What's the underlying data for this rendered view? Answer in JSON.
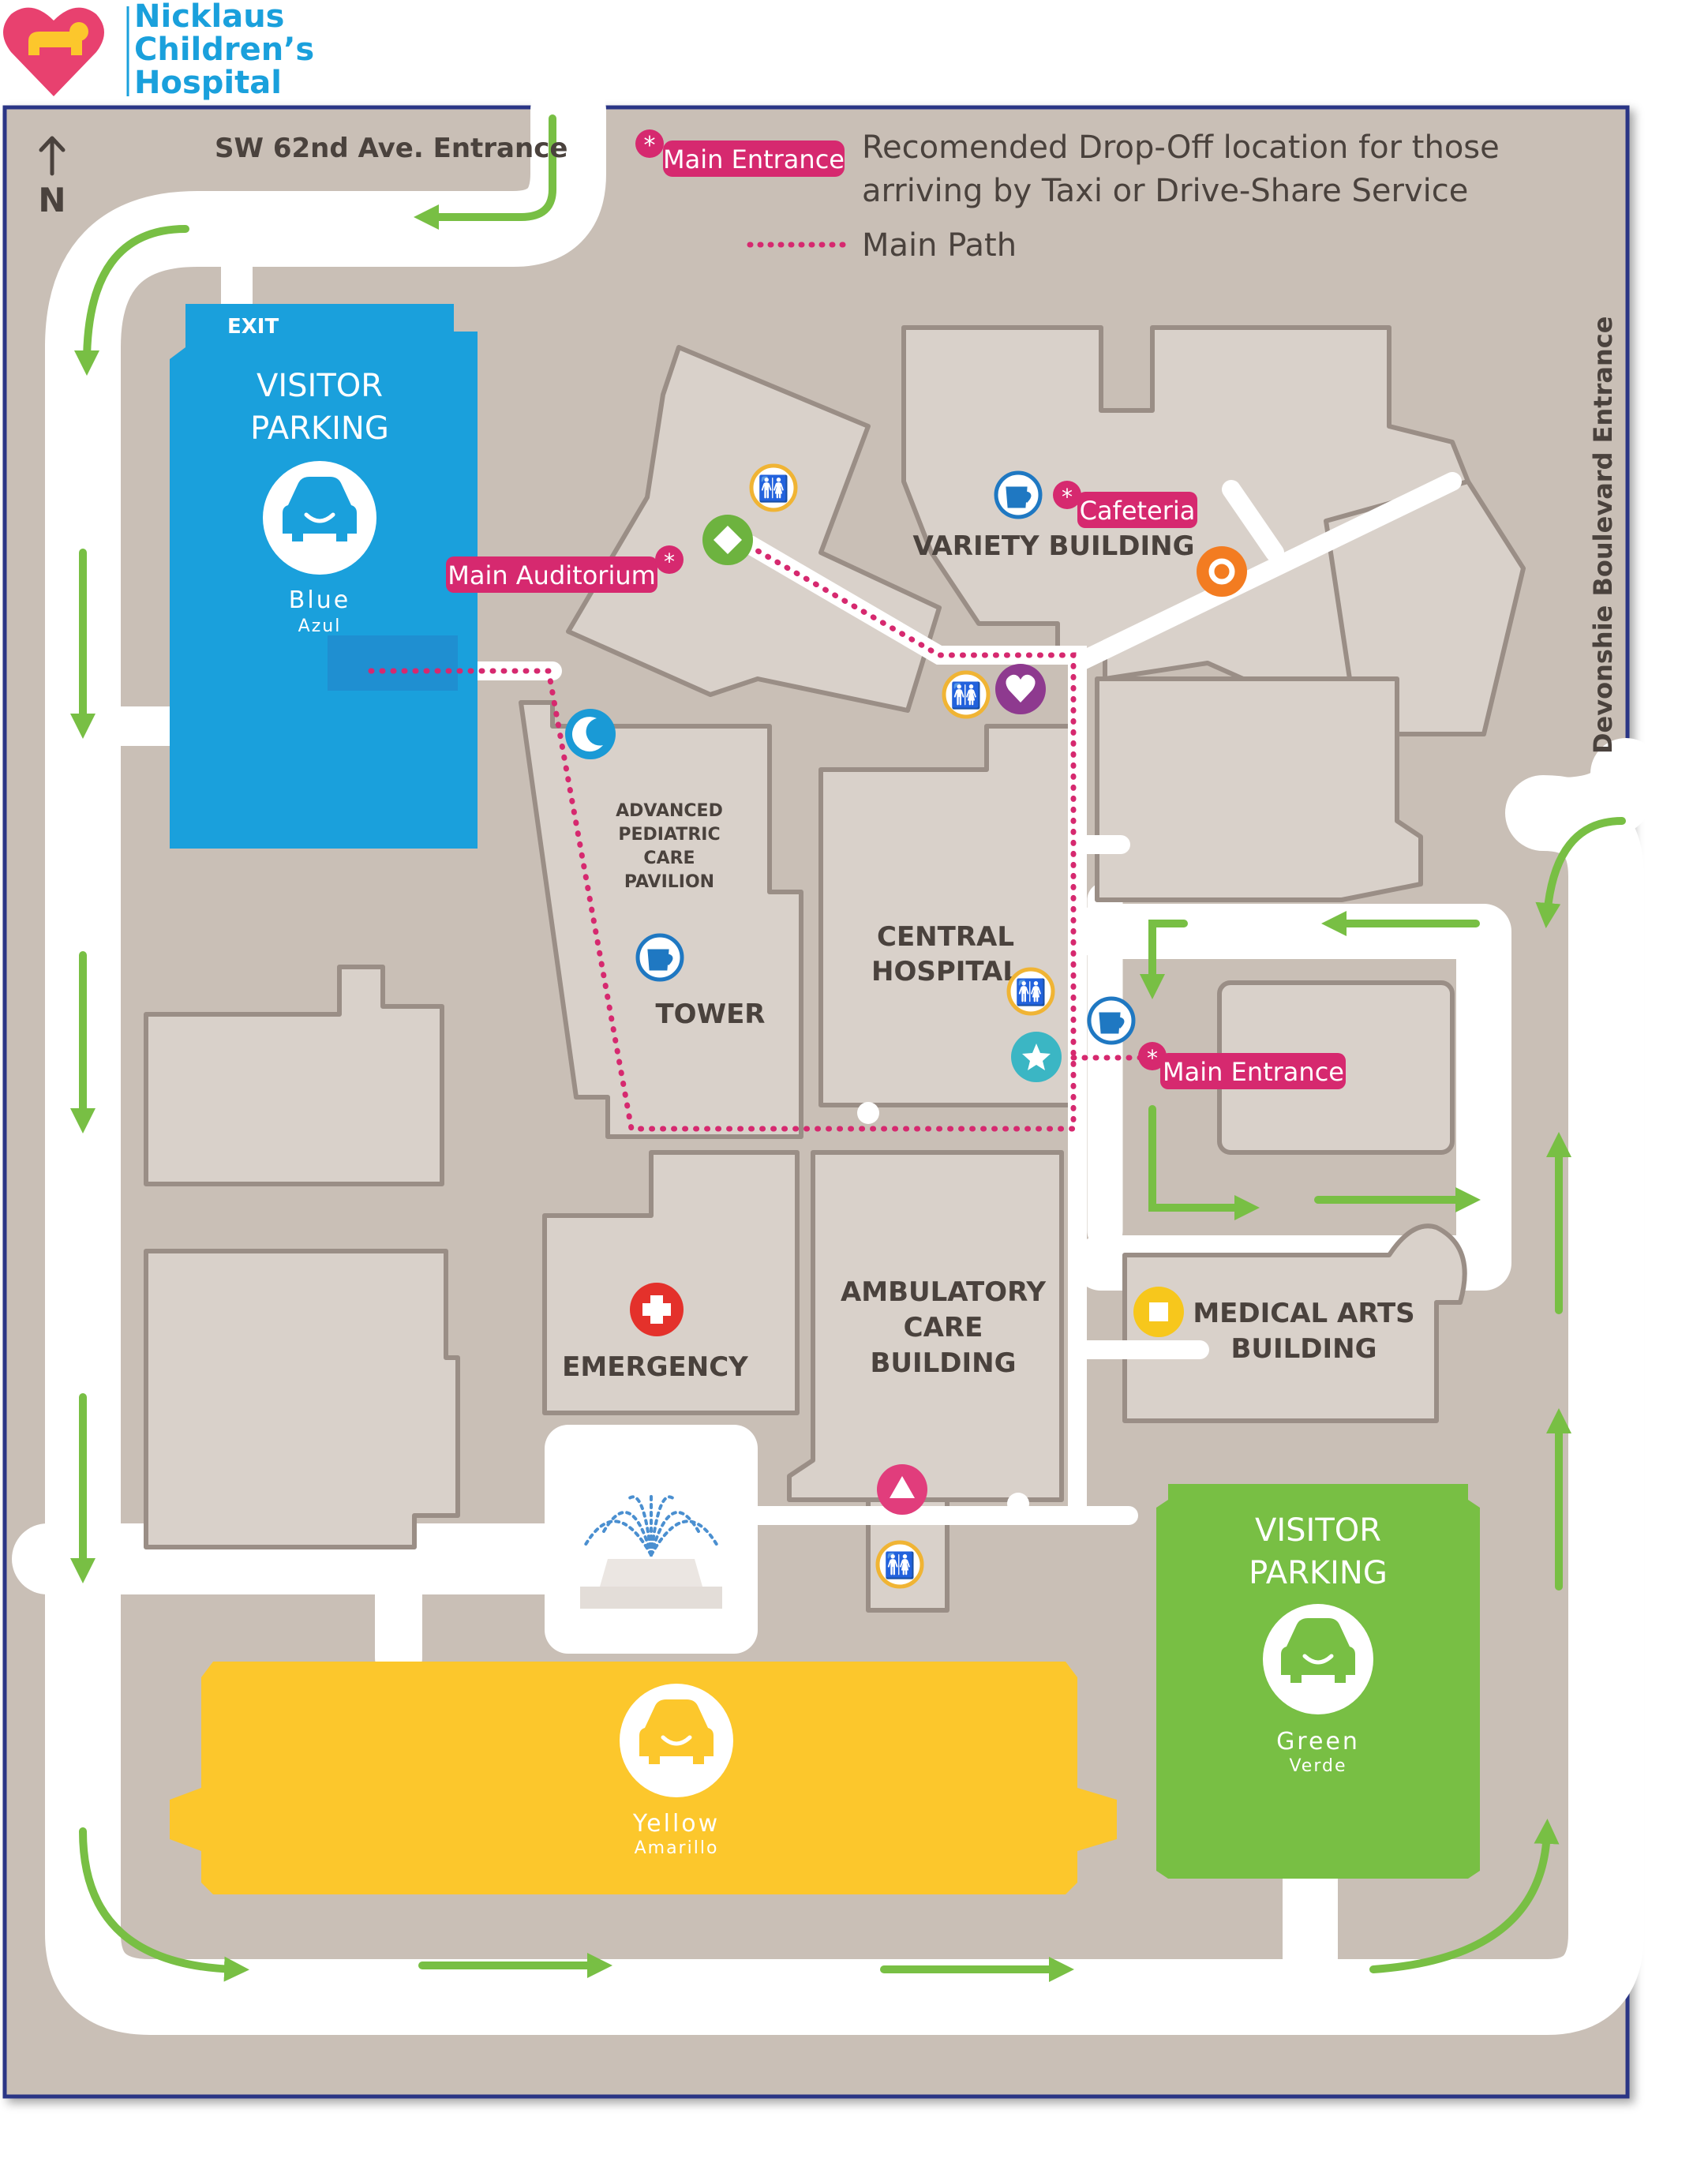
{
  "logo": {
    "line1": "Nicklaus",
    "line2": "Children’s",
    "line3": "Hospital",
    "mark": "heart-bear-logo"
  },
  "compass": {
    "label": "N",
    "icon": "north-arrow-icon"
  },
  "entrances": {
    "west": "SW 62nd Ave. Entrance",
    "east": "Devonshie Boulevard Entrance"
  },
  "legend": {
    "dropoff_tag": "Main Entrance",
    "dropoff_line1": "Recomended Drop-Off location for those",
    "dropoff_line2": "arriving by Taxi or Drive-Share Service",
    "path_label": "Main Path"
  },
  "parking": {
    "blue": {
      "exit": "EXIT",
      "title1": "VISITOR",
      "title2": "PARKING",
      "name": "Blue",
      "name_es": "Azul",
      "color": "#1aa0dc",
      "icon": "car-icon"
    },
    "green": {
      "title1": "VISITOR",
      "title2": "PARKING",
      "name": "Green",
      "name_es": "Verde",
      "color": "#78bf44",
      "icon": "car-icon"
    },
    "yellow": {
      "name": "Yellow",
      "name_es": "Amarillo",
      "color": "#fcc72c",
      "icon": "car-icon"
    }
  },
  "buildings": {
    "variety": "VARIETY BUILDING",
    "apcp": [
      "ADVANCED",
      "PEDIATRIC",
      "CARE",
      "PAVILION"
    ],
    "tower": "TOWER",
    "central": [
      "CENTRAL",
      "HOSPITAL"
    ],
    "emergency": "EMERGENCY",
    "ambulatory": [
      "AMBULATORY",
      "CARE",
      "BUILDING"
    ],
    "medical_arts": [
      "MEDICAL ARTS",
      "BUILDING"
    ]
  },
  "tags": {
    "auditorium": "Main Auditorium",
    "cafeteria": "Cafeteria",
    "main_entrance": "Main Entrance"
  },
  "colors": {
    "ground": "#c9bfb6",
    "building": "#d9d1ca",
    "building_edge": "#9a8e86",
    "road": "#ffffff",
    "arrow": "#78bf44",
    "path": "#d6296f",
    "tag": "#d6296f",
    "frame": "#2a3585"
  },
  "markers": {
    "restroom": "restroom-icon",
    "coffee": "coffee-cup-icon",
    "moon": "moon-icon",
    "heart": "heart-icon",
    "diamond": "diamond-icon",
    "circle": "circle-icon",
    "square": "square-icon",
    "star": "star-icon",
    "triangle": "triangle-icon",
    "cross": "emergency-cross-icon",
    "fountain": "fountain-icon"
  }
}
